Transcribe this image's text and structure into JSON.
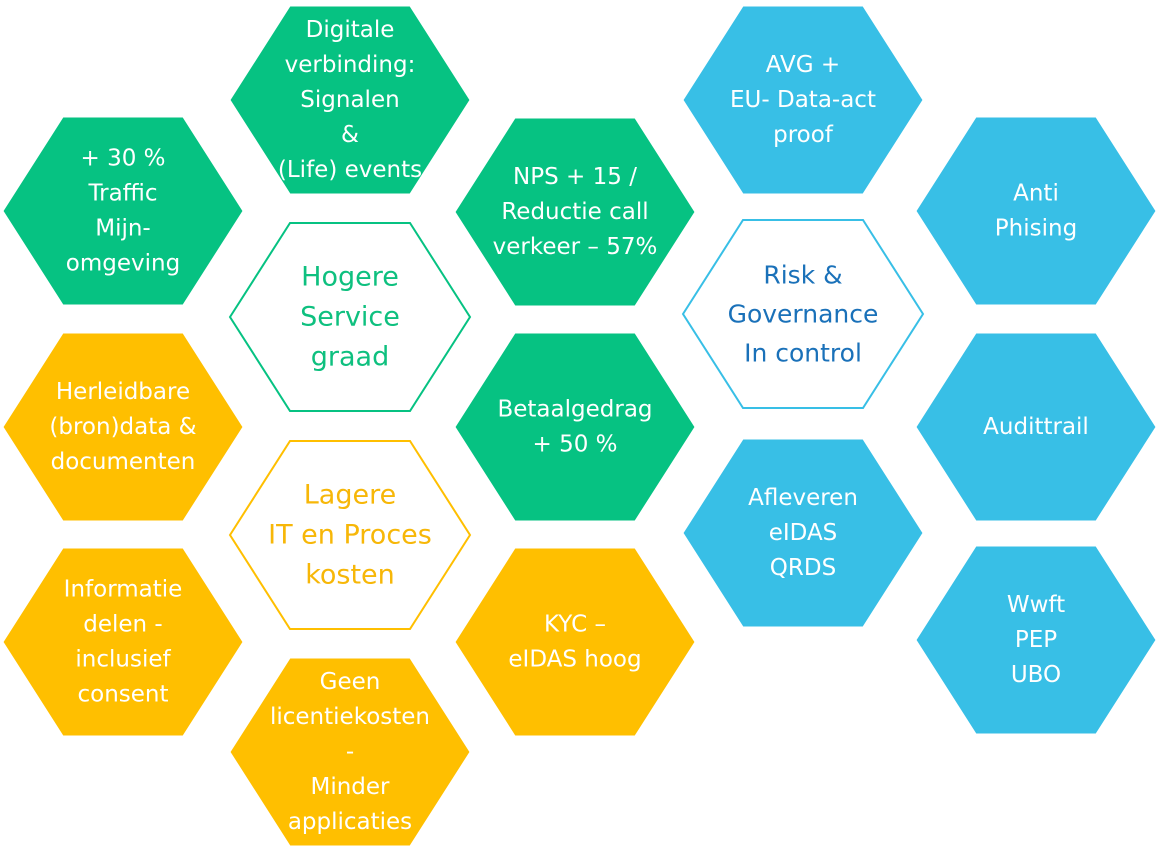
{
  "colors": {
    "green": "#06c282",
    "orange": "#ffbf00",
    "blue": "#38bfe6",
    "white": "#ffffff",
    "outline_text_green": "#0ec07f",
    "outline_text_orange": "#f7b708",
    "outline_text_blue": "#1a71b9"
  },
  "hexagons": [
    {
      "id": "digitale-verbinding",
      "style": "green",
      "lines": [
        "Digitale",
        "verbinding:",
        "Signalen",
        "&",
        "(Life) events"
      ]
    },
    {
      "id": "traffic-mijn-omgeving",
      "style": "green",
      "lines": [
        "+ 30 %",
        "Traffic",
        "Mijn-",
        "omgeving"
      ]
    },
    {
      "id": "hogere-service-graad",
      "style": "green-outline",
      "lines": [
        "Hogere",
        "Service",
        "graad"
      ]
    },
    {
      "id": "nps-reductie-call",
      "style": "green",
      "lines": [
        "NPS + 15 /",
        "Reductie call",
        "verkeer – 57%"
      ]
    },
    {
      "id": "betaalgedrag",
      "style": "green",
      "lines": [
        "Betaalgedrag",
        "+ 50 %"
      ]
    },
    {
      "id": "herleidbare-brondata",
      "style": "orange",
      "lines": [
        "Herleidbare",
        "(bron)data &",
        "documenten"
      ]
    },
    {
      "id": "lagere-it-proces-kosten",
      "style": "orange-outline",
      "lines": [
        "Lagere",
        "IT en Proces",
        "kosten"
      ]
    },
    {
      "id": "informatie-delen",
      "style": "orange",
      "lines": [
        "Informatie",
        "delen  -",
        "inclusief",
        "consent"
      ]
    },
    {
      "id": "kyc-eidas-hoog",
      "style": "orange",
      "lines": [
        "KYC –",
        "eIDAS hoog"
      ]
    },
    {
      "id": "geen-licentiekosten",
      "style": "orange",
      "lines": [
        "Geen",
        "licentiekosten",
        "-",
        "Minder",
        "applicaties"
      ]
    },
    {
      "id": "avg-eu-data-act",
      "style": "blue",
      "lines": [
        "AVG +",
        "EU- Data-act",
        "proof"
      ]
    },
    {
      "id": "anti-phising",
      "style": "blue",
      "lines": [
        "Anti",
        "Phising"
      ]
    },
    {
      "id": "risk-governance",
      "style": "blue-outline",
      "lines": [
        "Risk &",
        "Governance",
        "In control"
      ]
    },
    {
      "id": "audittrail",
      "style": "blue",
      "lines": [
        "Audittrail"
      ]
    },
    {
      "id": "afleveren-eidas-qrds",
      "style": "blue",
      "lines": [
        "Afleveren",
        "eIDAS",
        "QRDS"
      ]
    },
    {
      "id": "wwft-pep-ubo",
      "style": "blue",
      "lines": [
        "Wwft",
        "PEP",
        "UBO"
      ]
    }
  ]
}
